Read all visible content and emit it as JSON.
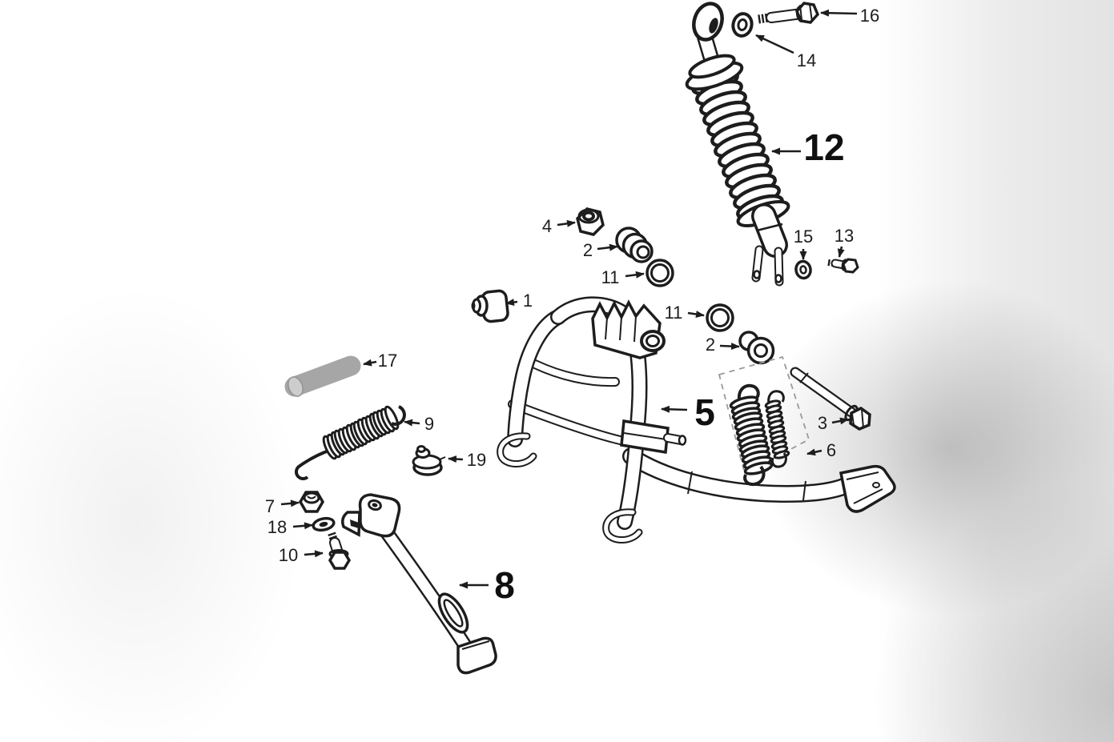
{
  "page": {
    "type": "exploded-parts-diagram",
    "subject": "center-stand-side-stand-shock-absorber"
  },
  "colors": {
    "line": "#1d1d1d",
    "paper": "#ffffff",
    "pin": "#a6a6a6",
    "pin_end": "#cdcdcd",
    "dash": "#9a9a9a"
  },
  "callouts": [
    {
      "label": "1",
      "part": "rubber-buffer",
      "emphasis": false
    },
    {
      "label": "2",
      "part": "pivot-bushing-front",
      "emphasis": false
    },
    {
      "label": "2",
      "part": "pivot-bushing-rear",
      "emphasis": false
    },
    {
      "label": "3",
      "part": "stand-pivot-bolt",
      "emphasis": false
    },
    {
      "label": "4",
      "part": "lock-nut",
      "emphasis": false
    },
    {
      "label": "5",
      "part": "center-stand",
      "emphasis": true
    },
    {
      "label": "6",
      "part": "spring-kit",
      "emphasis": false
    },
    {
      "label": "7",
      "part": "flange-nut",
      "emphasis": false
    },
    {
      "label": "8",
      "part": "side-stand",
      "emphasis": true
    },
    {
      "label": "9",
      "part": "center-stand-spring",
      "emphasis": false
    },
    {
      "label": "10",
      "part": "side-stand-screw",
      "emphasis": false
    },
    {
      "label": "11",
      "part": "washer-front",
      "emphasis": false
    },
    {
      "label": "11",
      "part": "washer-rear",
      "emphasis": false
    },
    {
      "label": "12",
      "part": "rear-shock-absorber",
      "emphasis": true
    },
    {
      "label": "13",
      "part": "shock-lower-bolt",
      "emphasis": false
    },
    {
      "label": "14",
      "part": "shock-upper-washer",
      "emphasis": false
    },
    {
      "label": "15",
      "part": "shock-lower-washer",
      "emphasis": false
    },
    {
      "label": "16",
      "part": "shock-upper-bolt",
      "emphasis": false
    },
    {
      "label": "17",
      "part": "stand-pivot-pin",
      "emphasis": false
    },
    {
      "label": "18",
      "part": "flat-washer",
      "emphasis": false
    },
    {
      "label": "19",
      "part": "rubber-cap",
      "emphasis": false
    }
  ]
}
